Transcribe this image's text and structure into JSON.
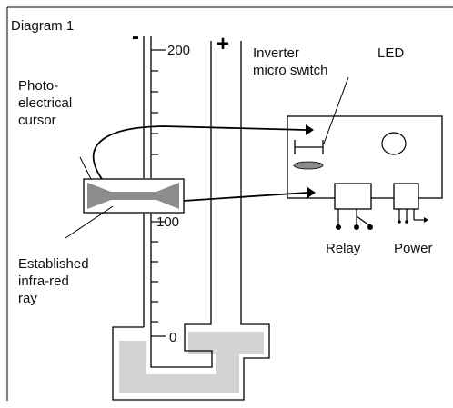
{
  "title": "Diagram 1",
  "signs": {
    "minus": "-",
    "plus": "+"
  },
  "scale": {
    "top": "200",
    "middle": "100",
    "bottom": "0"
  },
  "labels": {
    "cursor": [
      "Photo-",
      "electrical",
      "cursor"
    ],
    "switch": [
      "Inverter",
      "micro switch"
    ],
    "led": "LED",
    "ray": [
      "Established",
      "infra-red",
      "ray"
    ],
    "relay": "Relay",
    "power": "Power"
  },
  "colors": {
    "liquid": "#d3d3d3",
    "ray": "#8c8c8c",
    "line": "#000000"
  }
}
